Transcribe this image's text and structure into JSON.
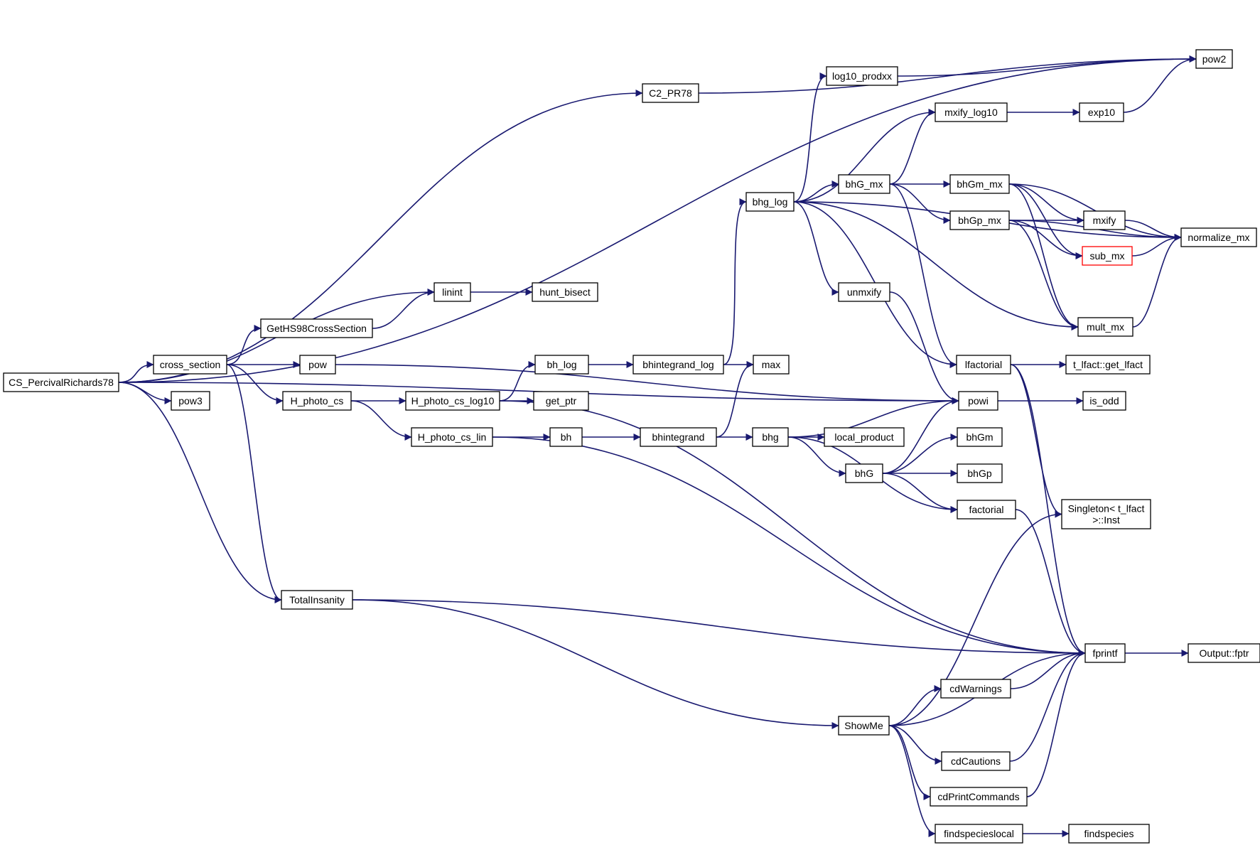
{
  "colors": {
    "edge": "#191970",
    "node_border": "#000000",
    "node_fill": "#ffffff",
    "root_fill": "#bfbfbf",
    "truncated_border": "#ff0000"
  },
  "nodes": [
    {
      "id": "CS_PercivalRichards78",
      "label": "CS_PercivalRichards78",
      "style": "root"
    },
    {
      "id": "C2_PR78",
      "label": "C2_PR78"
    },
    {
      "id": "pow2",
      "label": "pow2"
    },
    {
      "id": "log10_prodxx",
      "label": "log10_prodxx"
    },
    {
      "id": "mxify_log10",
      "label": "mxify_log10"
    },
    {
      "id": "exp10",
      "label": "exp10"
    },
    {
      "id": "bhg_log",
      "label": "bhg_log"
    },
    {
      "id": "bhG_mx",
      "label": "bhG_mx"
    },
    {
      "id": "bhGm_mx",
      "label": "bhGm_mx"
    },
    {
      "id": "bhGp_mx",
      "label": "bhGp_mx"
    },
    {
      "id": "mxify",
      "label": "mxify"
    },
    {
      "id": "normalize_mx",
      "label": "normalize_mx"
    },
    {
      "id": "sub_mx",
      "label": "sub_mx",
      "style": "truncated"
    },
    {
      "id": "mult_mx",
      "label": "mult_mx"
    },
    {
      "id": "unmxify",
      "label": "unmxify"
    },
    {
      "id": "linint",
      "label": "linint"
    },
    {
      "id": "hunt_bisect",
      "label": "hunt_bisect"
    },
    {
      "id": "GetHS98CrossSection",
      "label": "GetHS98CrossSection"
    },
    {
      "id": "cross_section",
      "label": "cross_section"
    },
    {
      "id": "pow",
      "label": "pow"
    },
    {
      "id": "pow3",
      "label": "pow3"
    },
    {
      "id": "H_photo_cs",
      "label": "H_photo_cs"
    },
    {
      "id": "H_photo_cs_log10",
      "label": "H_photo_cs_log10"
    },
    {
      "id": "H_photo_cs_lin",
      "label": "H_photo_cs_lin"
    },
    {
      "id": "bh_log",
      "label": "bh_log"
    },
    {
      "id": "bhintegrand_log",
      "label": "bhintegrand_log"
    },
    {
      "id": "max",
      "label": "max"
    },
    {
      "id": "get_ptr",
      "label": "get_ptr"
    },
    {
      "id": "bh",
      "label": "bh"
    },
    {
      "id": "bhintegrand",
      "label": "bhintegrand"
    },
    {
      "id": "bhg",
      "label": "bhg"
    },
    {
      "id": "local_product",
      "label": "local_product"
    },
    {
      "id": "bhG",
      "label": "bhG"
    },
    {
      "id": "bhGm",
      "label": "bhGm"
    },
    {
      "id": "bhGp",
      "label": "bhGp"
    },
    {
      "id": "factorial",
      "label": "factorial"
    },
    {
      "id": "lfactorial",
      "label": "lfactorial"
    },
    {
      "id": "t_lfact_get_lfact",
      "label": "t_lfact::get_lfact"
    },
    {
      "id": "powi",
      "label": "powi"
    },
    {
      "id": "is_odd",
      "label": "is_odd"
    },
    {
      "id": "Singleton",
      "label": "Singleton< t_lfact\n>::Inst"
    },
    {
      "id": "TotalInsanity",
      "label": "TotalInsanity"
    },
    {
      "id": "fprintf",
      "label": "fprintf"
    },
    {
      "id": "Output_fptr",
      "label": "Output::fptr"
    },
    {
      "id": "ShowMe",
      "label": "ShowMe"
    },
    {
      "id": "cdWarnings",
      "label": "cdWarnings"
    },
    {
      "id": "cdCautions",
      "label": "cdCautions"
    },
    {
      "id": "cdPrintCommands",
      "label": "cdPrintCommands"
    },
    {
      "id": "findspecieslocal",
      "label": "findspecieslocal"
    },
    {
      "id": "findspecies",
      "label": "findspecies"
    }
  ],
  "edges": [
    [
      "CS_PercivalRichards78",
      "pow2"
    ],
    [
      "CS_PercivalRichards78",
      "C2_PR78"
    ],
    [
      "CS_PercivalRichards78",
      "linint"
    ],
    [
      "CS_PercivalRichards78",
      "cross_section"
    ],
    [
      "CS_PercivalRichards78",
      "pow3"
    ],
    [
      "CS_PercivalRichards78",
      "powi"
    ],
    [
      "CS_PercivalRichards78",
      "TotalInsanity"
    ],
    [
      "C2_PR78",
      "pow2"
    ],
    [
      "log10_prodxx",
      "pow2"
    ],
    [
      "exp10",
      "pow2"
    ],
    [
      "mxify_log10",
      "exp10"
    ],
    [
      "bhg_log",
      "log10_prodxx"
    ],
    [
      "bhg_log",
      "mxify_log10"
    ],
    [
      "bhg_log",
      "normalize_mx"
    ],
    [
      "bhg_log",
      "bhG_mx"
    ],
    [
      "bhg_log",
      "unmxify"
    ],
    [
      "bhg_log",
      "lfactorial"
    ],
    [
      "bhg_log",
      "mult_mx"
    ],
    [
      "bhG_mx",
      "mxify_log10"
    ],
    [
      "bhG_mx",
      "bhGm_mx"
    ],
    [
      "bhG_mx",
      "bhGp_mx"
    ],
    [
      "bhG_mx",
      "lfactorial"
    ],
    [
      "bhGm_mx",
      "normalize_mx"
    ],
    [
      "bhGm_mx",
      "mxify"
    ],
    [
      "bhGm_mx",
      "sub_mx"
    ],
    [
      "bhGm_mx",
      "mult_mx"
    ],
    [
      "bhGp_mx",
      "mxify"
    ],
    [
      "bhGp_mx",
      "sub_mx"
    ],
    [
      "bhGp_mx",
      "normalize_mx"
    ],
    [
      "bhGp_mx",
      "mult_mx"
    ],
    [
      "mxify",
      "normalize_mx"
    ],
    [
      "sub_mx",
      "normalize_mx"
    ],
    [
      "mult_mx",
      "normalize_mx"
    ],
    [
      "unmxify",
      "powi"
    ],
    [
      "linint",
      "hunt_bisect"
    ],
    [
      "GetHS98CrossSection",
      "linint"
    ],
    [
      "cross_section",
      "GetHS98CrossSection"
    ],
    [
      "cross_section",
      "pow"
    ],
    [
      "cross_section",
      "H_photo_cs"
    ],
    [
      "cross_section",
      "TotalInsanity"
    ],
    [
      "pow",
      "powi"
    ],
    [
      "H_photo_cs",
      "H_photo_cs_log10"
    ],
    [
      "H_photo_cs",
      "H_photo_cs_lin"
    ],
    [
      "H_photo_cs_log10",
      "bh_log"
    ],
    [
      "H_photo_cs_log10",
      "get_ptr"
    ],
    [
      "H_photo_cs_log10",
      "fprintf"
    ],
    [
      "H_photo_cs_lin",
      "bh"
    ],
    [
      "H_photo_cs_lin",
      "fprintf"
    ],
    [
      "bh_log",
      "bhintegrand_log"
    ],
    [
      "bhintegrand_log",
      "bhg_log"
    ],
    [
      "bhintegrand_log",
      "max"
    ],
    [
      "bh",
      "bhintegrand"
    ],
    [
      "bhintegrand",
      "max"
    ],
    [
      "bhintegrand",
      "bhg"
    ],
    [
      "bhg",
      "powi"
    ],
    [
      "bhg",
      "local_product"
    ],
    [
      "bhg",
      "bhG"
    ],
    [
      "bhg",
      "factorial"
    ],
    [
      "bhG",
      "powi"
    ],
    [
      "bhG",
      "bhGm"
    ],
    [
      "bhG",
      "bhGp"
    ],
    [
      "bhG",
      "factorial"
    ],
    [
      "lfactorial",
      "t_lfact_get_lfact"
    ],
    [
      "lfactorial",
      "Singleton"
    ],
    [
      "lfactorial",
      "fprintf"
    ],
    [
      "powi",
      "is_odd"
    ],
    [
      "factorial",
      "fprintf"
    ],
    [
      "TotalInsanity",
      "fprintf"
    ],
    [
      "TotalInsanity",
      "ShowMe"
    ],
    [
      "fprintf",
      "Output_fptr"
    ],
    [
      "ShowMe",
      "Singleton"
    ],
    [
      "ShowMe",
      "cdWarnings"
    ],
    [
      "ShowMe",
      "fprintf"
    ],
    [
      "ShowMe",
      "cdCautions"
    ],
    [
      "ShowMe",
      "cdPrintCommands"
    ],
    [
      "ShowMe",
      "findspecieslocal"
    ],
    [
      "cdWarnings",
      "fprintf"
    ],
    [
      "cdCautions",
      "fprintf"
    ],
    [
      "cdPrintCommands",
      "fprintf"
    ],
    [
      "findspecieslocal",
      "findspecies"
    ]
  ]
}
